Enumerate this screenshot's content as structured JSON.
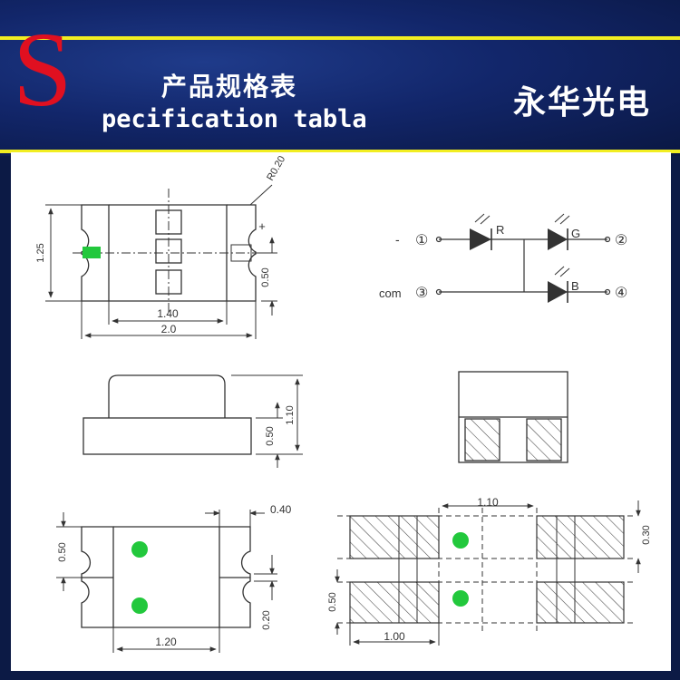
{
  "header": {
    "logo_letter": "S",
    "title_cn": "产品规格表",
    "title_en": "pecification tabla",
    "brand": "永华光电"
  },
  "top_view": {
    "radius_label": "R0.20",
    "plus_sign": "+",
    "height_label": "1.25",
    "pitch_label": "0.50",
    "inner_width_label": "1.40",
    "outer_width_label": "2.0"
  },
  "circuit": {
    "minus_sign": "-",
    "pin1": "①",
    "pin2": "②",
    "pin3": "③",
    "pin4": "④",
    "com_label": "com",
    "led_r": "R",
    "led_g": "G",
    "led_b": "B"
  },
  "side_view": {
    "total_height_label": "1.10",
    "base_height_label": "0.50"
  },
  "bottom_view": {
    "tab_label": "0.40",
    "pitch_label": "0.50",
    "gap_label": "0.20",
    "width_label": "1.20"
  },
  "footprint": {
    "top_label": "1.10",
    "right_label": "0.30",
    "left_label": "0.50",
    "bottom_label": "1.00"
  },
  "colors": {
    "banner": "#12266a",
    "accent_yellow": "#f2ee21",
    "logo_red": "#e01020",
    "dot_green": "#22c83c"
  }
}
